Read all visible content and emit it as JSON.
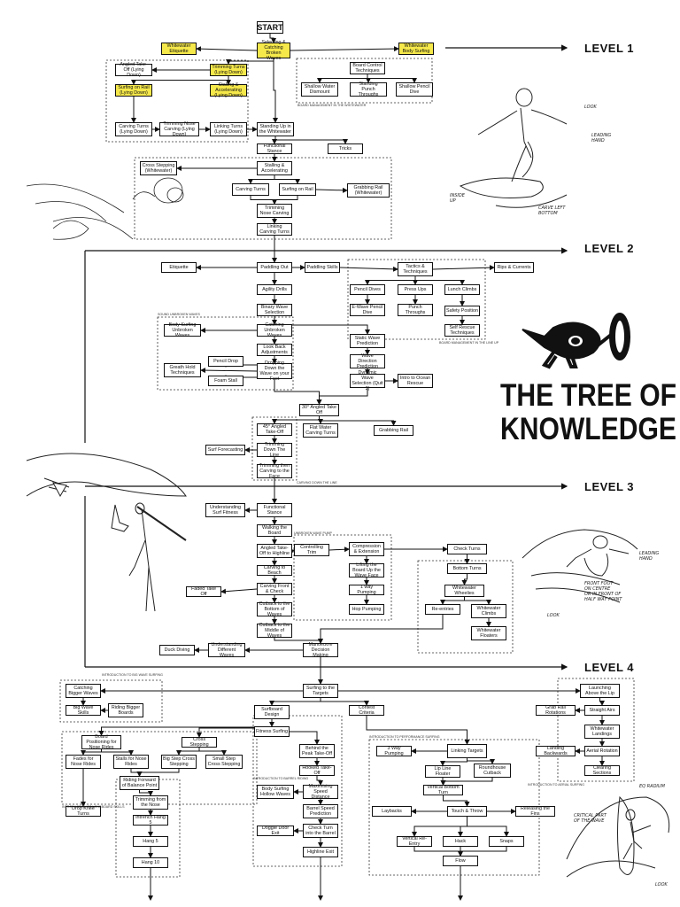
{
  "title": "THE TREE OF KNOWLEDGE",
  "levels": [
    "LEVEL 1",
    "LEVEL 2",
    "LEVEL 3",
    "LEVEL 4"
  ],
  "nodes": {
    "start": "START",
    "selecting_catching": "Selecting & Catching Broken Waves",
    "whitewater_etiquette": "Whitewater Etiquette",
    "whitewater_body_surfing": "Whitewater Body Surfing",
    "angled_takeoff_lying": "Angled Take-Off (Lying Down)",
    "trimming_turns_lying": "Trimming Turns (Lying Down)",
    "surfing_on_rail_lying": "Surfing on Rail (Lying Down)",
    "stalling_accel_lying": "Stalling & Accelerating (Lying Down)",
    "carving_turns_lying": "Carving Turns (Lying Down)",
    "trimming_nose_carving_lying": "Trimming Nose Carving (Lying Down)",
    "linking_turns_lying": "Linking Turns (Lying Down)",
    "board_control": "Board Control Techniques",
    "shallow_water_dismount": "Shallow Water Dismount",
    "standing_punch_throughs": "Standing Punch Throughs",
    "shallow_pencil_dive": "Shallow Pencil Dive",
    "standing_up_whitewater": "Standing Up in the Whitewater",
    "functional_stance_1": "Functional Stance",
    "tricks": "Tricks",
    "cross_stepping_ww": "Cross Stepping (Whitewater)",
    "stalling_accelerating": "Stalling & Accelerating",
    "carving_turns": "Carving Turns",
    "surfing_on_rail": "Surfing on Rail",
    "grabbing_rail_ww": "Grabbing Rail (Whitewater)",
    "trimming_nose_carving": "Trimming Nose Carving",
    "linking_carving_turns": "Linking Carving Turns",
    "etiquette": "Etiquette",
    "paddling_out": "Paddling Out",
    "paddling_skills": "Paddling Skills",
    "tactics_techniques": "Tactics & Techniques",
    "rips_currents": "Rips & Currents",
    "pencil_dives": "Pencil Dives",
    "press_ups": "Press Ups",
    "lunch_climbs": "Lunch Climbs",
    "e_wave_pencil_dive": "E-Wave Pencil Dive",
    "punch_throughs": "Punch Throughs",
    "safety_position": "Safety Position",
    "self_rescue": "Self Rescue Techniques",
    "agility_drills": "Agility Drills",
    "binary_wave_selection": "Binary Wave Selection",
    "body_surfing_unbroken": "Body Surfing Unbroken Waves",
    "catching_unbroken": "Catching Unbroken Waves",
    "static_wave_prediction": "Static Wave Prediction",
    "look_back_adjustments": "Look Back Adjustments",
    "wave_direction_prediction": "Wave Direction Prediction",
    "pencil_drop": "Pencil Drop",
    "greath_hold": "Greath Hold Techniques",
    "dropping_down_wave": "Dropping Down the Wave on your Feet",
    "foam_stall": "Foam Stall",
    "dynamic_wave_selection": "Dynamic Wave Selection (Quit 3)",
    "intro_ocean_rescue": "Intro to Ocean Rescue",
    "angled_takeoff_30": "30° Angled Take Off",
    "angled_takeoff_45": "45° Angled Take-Off",
    "flat_water_carving": "Flat Water Carving Turns",
    "grabbing_rail": "Grabbing Rail",
    "surf_forecasting": "Surf Forecasting",
    "trimming_down_line": "Trimming Down The Line",
    "trimming_carving_face": "Trimming then Carving to the Face",
    "understanding_fitness": "Understanding Surf Fitness",
    "functional_stance_3": "Functional Stance",
    "walking_board": "Walking the Board",
    "angled_takeoff_highline": "Angled Take-Off to Highline",
    "controlling_trim": "Controlling Trim",
    "compression_extension": "Compression & Extension",
    "check_turns": "Check Turns",
    "carving_beach": "Carving to Beach",
    "lifting_board": "Lifting the Board Up the Wave Face",
    "bottom_turns": "Bottom Turns",
    "faded_takeoff": "Faded Take Off",
    "carving_front": "Carving Front & Check",
    "pumping": "1 way Pumping",
    "whitewater_wheelies": "Whitewater Wheelies",
    "cutback_bottom": "Cutback to the Bottom of Waves",
    "hop_pumping": "Hop Pumping",
    "reentries": "Re-entries",
    "whitewater_climbs": "Whitewater Climbs",
    "cutback_middle": "Cutback to the Middle of Waves",
    "whitewater_floaters": "Whitewater Floaters",
    "duck_diving": "Duck Diving",
    "understanding_waves": "Understanding Different Waves",
    "manoeuvre_decision": "Manoeuvre Decision Making",
    "catching_bigger_waves": "Catching Bigger Waves",
    "surfing_targets": "Surfing to the Targets",
    "launching_lip": "Launching Above the Lip",
    "big_wave_skills": "Big Wave Skills",
    "riding_bigger_boards": "Riding Bigger Boards",
    "surfboard_design": "Surfboard Design",
    "contest_criteria": "Contest Criteria",
    "grab_rail_rotations": "Grab Rail Rotations",
    "straight_airs": "Straight Airs",
    "fitness_surfing": "Fitness Surfing",
    "whitewater_landings": "Whitewater Landings",
    "board_positioning": "Board Positioning for Nose Rides",
    "cross_stepping": "Cross Stepping",
    "behind_peak": "Behind the Peak Take-Off",
    "three_way_pumping": "3 Way Pumping",
    "linking_targets": "Linking Targets",
    "landing_backwards": "Landing Backwards",
    "aerial_rotation": "Aerial Rotation",
    "fades_nose_rides": "Fades for Nose Rides",
    "stalls_nose_rides": "Stalls for Nose Rides",
    "big_step_cross": "Big Step Cross Stepping",
    "small_step_cross": "Small Step Cross Stepping",
    "hooked_takeoff": "Hooked Take-Off",
    "lip_line_floater": "Lip Line Floater",
    "roundhouse_cutback": "Roundhouse Cutback",
    "clearing_sections": "Clearing Sections",
    "riding_forward": "Riding Forward of Balance Point",
    "body_surfing_hollow": "Body Surfing Hollow Waves",
    "maximising_speed": "Maximising Speed Distance",
    "vertical_bottom_turn": "Vertical Bottom Turn",
    "trimming_from_nose": "Trimming from the Nose",
    "barrel_speed": "Barrel Speed Prediction",
    "laybacks": "Laybacks",
    "touch_throw": "Touch & Throw",
    "releasing_fins": "Releasing the Fins",
    "drop_knee_turns": "Drop Knee Turns",
    "intrench_hang5": "Intrench Hang 5",
    "doggie_door_exit": "Doggie Door Exit",
    "check_turn_barrel": "Check Turn into the Barrel",
    "vertical_reentry": "Vertical Re-Entry",
    "hack": "Hack",
    "snaps": "Snaps",
    "hang5": "Hang 5",
    "flow": "Flow",
    "hang10": "Hang 10",
    "highline_exit": "Highline Exit"
  },
  "side_labels": {
    "board_mgmt_whitewater": "BOARD MANAGEMENT IN THE WHITEWATER",
    "board_mgmt_lineup": "BOARD MANAGEMENT IN THE LINE UP",
    "sound_unbroken": "SOUND UNBROKEN WAVES",
    "carving_down_line": "CARVING DOWN THE LINE",
    "unbroken_wave_pump": "UNBROKEN WAVE PUMP",
    "intro_big_wave": "INTRODUCTION TO BIG WAVE SURFING",
    "intro_longboard": "INTRODUCTION TO LONGBOARD SKILLS",
    "intro_barrel": "INTRODUCTION TO BARREL RIDING",
    "intro_performance": "INTRODUCTION TO PERFORMANCE SURFING",
    "intro_aerial": "INTRODUCTION TO AERIAL SURFING"
  },
  "annotations": {
    "look": "LOOK",
    "leading_hand": "LEADING\nHAND",
    "inside_up": "INSIDE\nUP",
    "carve_left_bottom": "CARVE LEFT\nBOTTOM",
    "leading_hand_2": "LEADING\nHAND",
    "front_foot": "FRONT FOOT\nON CENTRE\nOR IN FRONT OF\nHALF WAY POINT",
    "look_2": "LOOK",
    "eq_radium": "EQ RADIUM",
    "critical_part": "CRITICAL PART\nOF THE WAVE",
    "look_3": "LOOK"
  }
}
